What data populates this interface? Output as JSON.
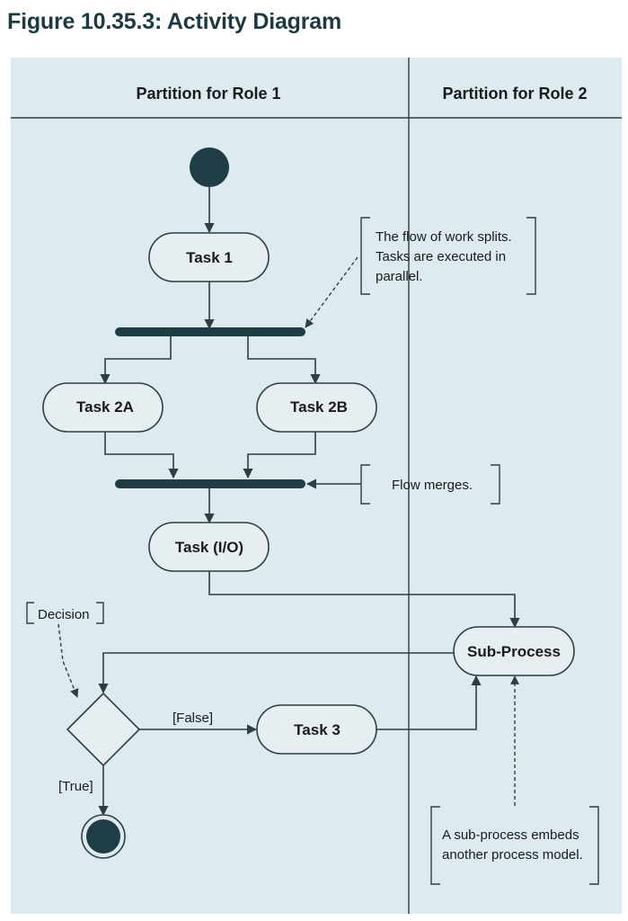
{
  "title": "Figure 10.35.3: Activity Diagram",
  "lanes": [
    {
      "label": "Partition for Role 1"
    },
    {
      "label": "Partition for Role 2"
    }
  ],
  "nodes": {
    "task1": "Task 1",
    "task2a": "Task 2A",
    "task2b": "Task 2B",
    "task_io": "Task (I/O)",
    "subprocess": "Sub-Process",
    "task3": "Task 3"
  },
  "notes": {
    "split": [
      "The flow of work splits.",
      "Tasks are executed in",
      "parallel."
    ],
    "merge": "Flow merges.",
    "decision": "Decision",
    "subprocess": [
      "A sub-process embeds",
      "another process model."
    ]
  },
  "guards": {
    "false": "[False]",
    "true": "[True]"
  },
  "colors": {
    "background": "#ddeaf0",
    "ink": "#2b3f44",
    "dark_fill": "#1e3d45",
    "node_fill": "#e6eef1"
  }
}
